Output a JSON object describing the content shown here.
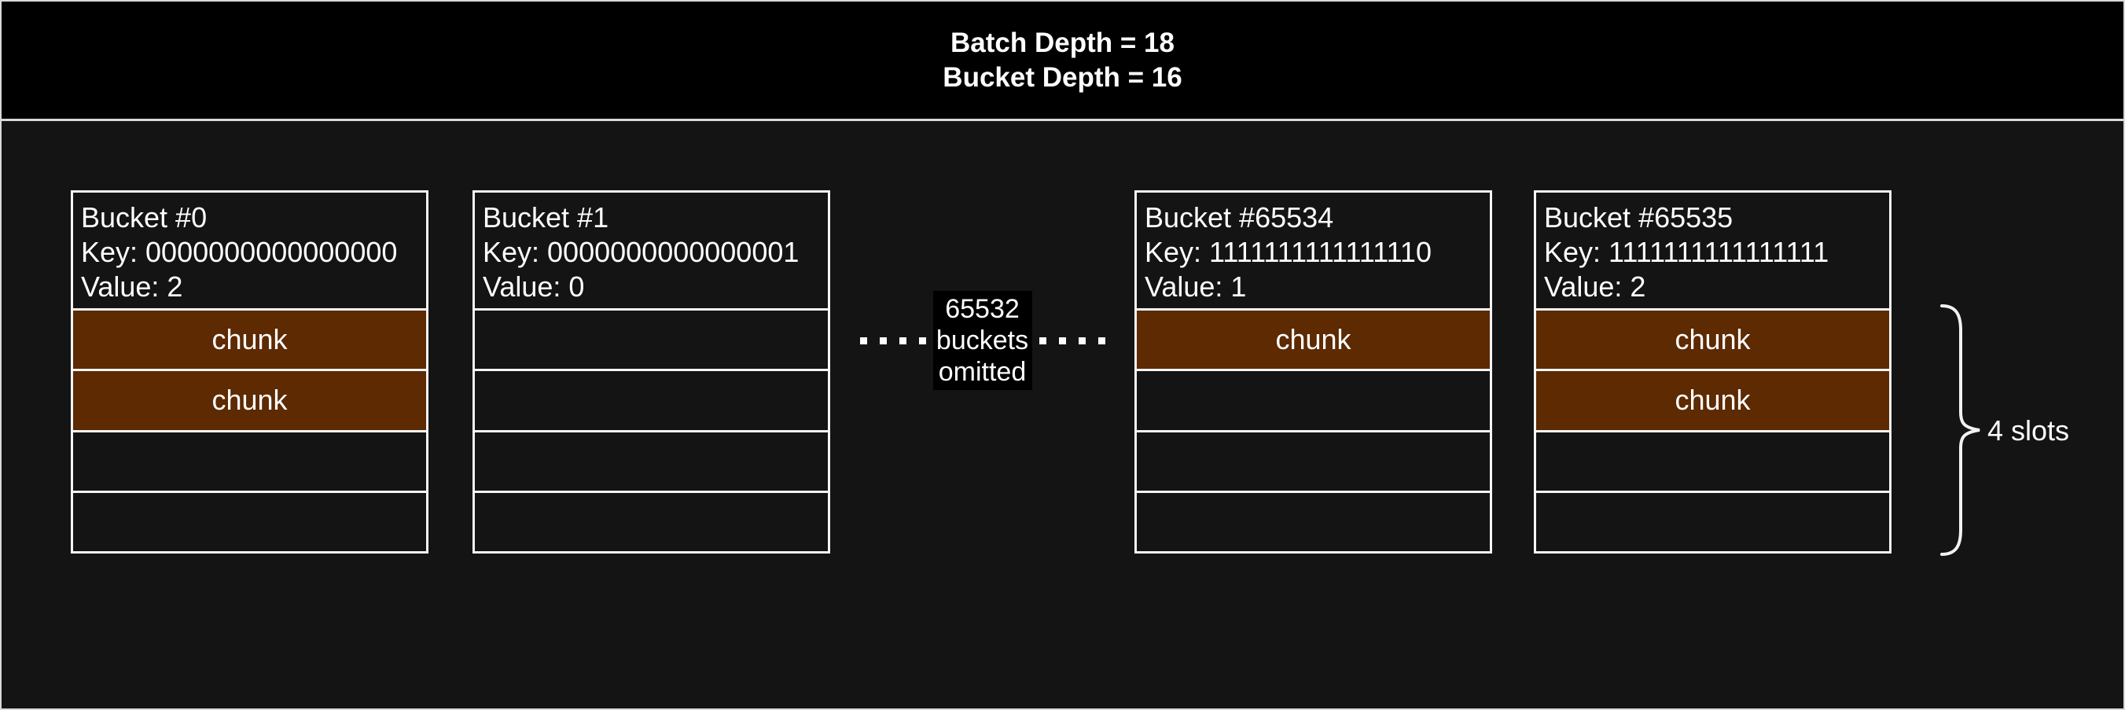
{
  "colors": {
    "canvas-bg": "#141414",
    "header-bg": "#000000",
    "frame-border": "#d9d9d9",
    "box-border": "#f5f5f5",
    "chunk-fill": "#5d2a02",
    "text": "#ffffff",
    "omitted-label-bg": "#000000"
  },
  "header": {
    "line1": "Batch Depth = 18",
    "line2": "Bucket Depth = 16"
  },
  "buckets": [
    {
      "title": "Bucket #0",
      "key": "Key: 0000000000000000",
      "value": "Value: 2",
      "slots": [
        {
          "label": "chunk",
          "filled": true
        },
        {
          "label": "chunk",
          "filled": true
        },
        {
          "label": "",
          "filled": false
        },
        {
          "label": "",
          "filled": false
        }
      ]
    },
    {
      "title": "Bucket #1",
      "key": "Key: 0000000000000001",
      "value": "Value: 0",
      "slots": [
        {
          "label": "",
          "filled": false
        },
        {
          "label": "",
          "filled": false
        },
        {
          "label": "",
          "filled": false
        },
        {
          "label": "",
          "filled": false
        }
      ]
    },
    {
      "title": "Bucket #65534",
      "key": "Key: 1111111111111110",
      "value": "Value: 1",
      "slots": [
        {
          "label": "chunk",
          "filled": true
        },
        {
          "label": "",
          "filled": false
        },
        {
          "label": "",
          "filled": false
        },
        {
          "label": "",
          "filled": false
        }
      ]
    },
    {
      "title": "Bucket #65535",
      "key": "Key: 1111111111111111",
      "value": "Value: 2",
      "slots": [
        {
          "label": "chunk",
          "filled": true
        },
        {
          "label": "chunk",
          "filled": true
        },
        {
          "label": "",
          "filled": false
        },
        {
          "label": "",
          "filled": false
        }
      ]
    }
  ],
  "omitted_note": "65532 buckets omitted",
  "slots_annotation": "4 slots"
}
